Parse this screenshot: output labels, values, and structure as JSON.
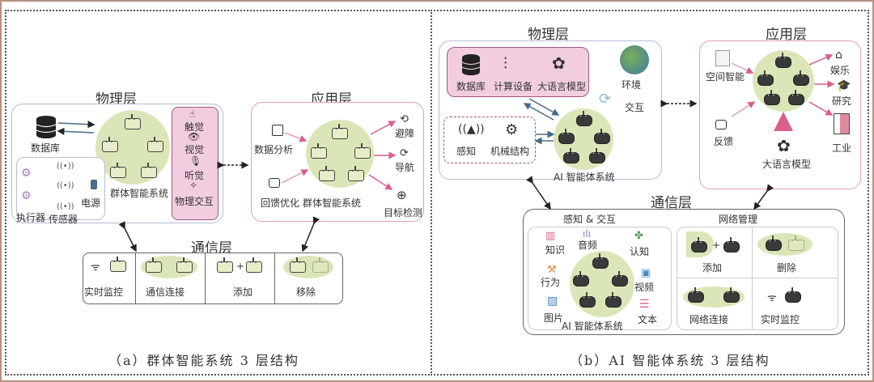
{
  "panel_a": {
    "caption": "（a）群体智能系统 3 层结构",
    "physical": {
      "title": "物理层",
      "database": "数据库",
      "swarm": "群体智能系统",
      "sub": {
        "actuator": "执行器",
        "sensor": "传感器",
        "power": "电源"
      },
      "senses": [
        "触觉",
        "视觉",
        "听觉",
        "物理交互"
      ]
    },
    "application": {
      "title": "应用层",
      "inputs": [
        "数据分析",
        "回馈优化"
      ],
      "swarm": "群体智能系统",
      "outputs": [
        "避障",
        "导航",
        "目标检测"
      ]
    },
    "communication": {
      "title": "通信层",
      "cells": [
        "实时监控",
        "通信连接",
        "添加",
        "移除"
      ]
    }
  },
  "panel_b": {
    "caption": "（b）AI 智能体系统 3 层结构",
    "physical": {
      "title": "物理层",
      "resources": [
        "数据库",
        "计算设备",
        "大语言模型"
      ],
      "environment": "环境",
      "interaction": "交互",
      "body": [
        "感知",
        "机械结构"
      ],
      "system": "AI 智能体系统"
    },
    "application": {
      "title": "应用层",
      "inputs": [
        "空间智能",
        "反馈"
      ],
      "llm": "大语言模型",
      "outputs": [
        "娱乐",
        "研究",
        "工业"
      ]
    },
    "communication": {
      "title": "通信层",
      "perception": {
        "title": "感知 & 交互",
        "items": [
          "知识",
          "音频",
          "认知",
          "行为",
          "视频",
          "图片",
          "文本"
        ],
        "system": "AI 智能体系统"
      },
      "network": {
        "title": "网络管理",
        "cells": [
          "添加",
          "删除",
          "网络连接",
          "实时监控"
        ]
      }
    }
  },
  "colors": {
    "pink": "#d9608a",
    "pink_fill": "#f2cde0",
    "green_fill": "#dbe6b8",
    "blue_arrow": "#4a6a8a",
    "frame": "#b89080"
  }
}
